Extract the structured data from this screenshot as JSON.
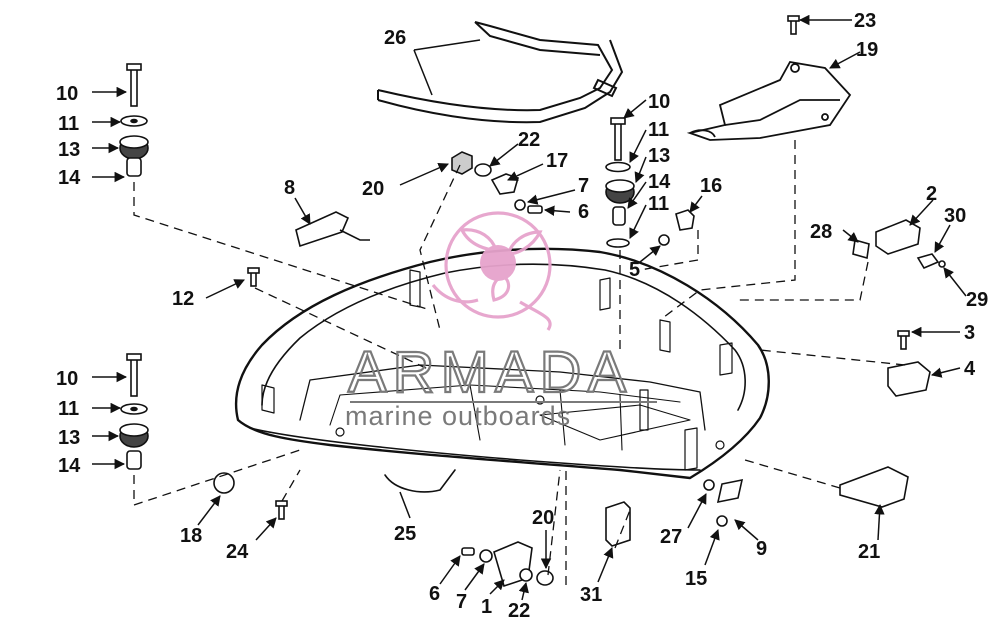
{
  "watermark": {
    "brand": "ARMADA",
    "tagline": "marine outboards",
    "accent_color": "#e6a3cc",
    "text_color": "#7a7a7a"
  },
  "callouts": {
    "c1": "1",
    "c2": "2",
    "c3": "3",
    "c4": "4",
    "c5": "5",
    "c6a": "6",
    "c6b": "6",
    "c7a": "7",
    "c7b": "7",
    "c8": "8",
    "c9": "9",
    "c10a": "10",
    "c10b": "10",
    "c10c": "10",
    "c11a": "11",
    "c11b": "11",
    "c11c": "11",
    "c11d": "11",
    "c12": "12",
    "c13a": "13",
    "c13b": "13",
    "c13c": "13",
    "c14a": "14",
    "c14b": "14",
    "c14c": "14",
    "c15": "15",
    "c16": "16",
    "c17": "17",
    "c18": "18",
    "c19": "19",
    "c20a": "20",
    "c20b": "20",
    "c21": "21",
    "c22a": "22",
    "c22b": "22",
    "c23": "23",
    "c24": "24",
    "c25": "25",
    "c26": "26",
    "c27": "27",
    "c28": "28",
    "c29": "29",
    "c30": "30",
    "c31": "31"
  }
}
